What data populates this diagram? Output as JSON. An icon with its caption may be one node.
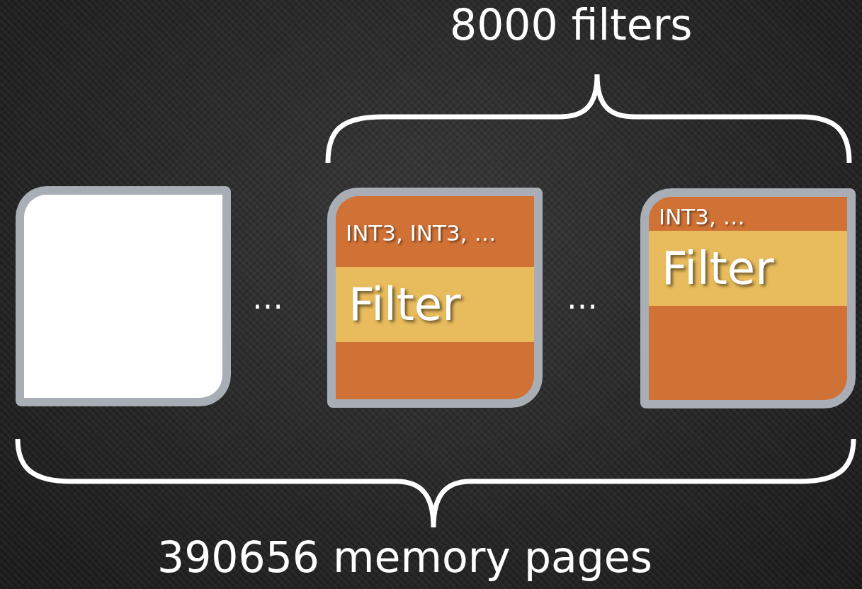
{
  "diagram": {
    "nodes": [
      {
        "text": [],
        "shape": "box"
      },
      {
        "text": [
          "INT3, INT3, …",
          "Filter"
        ]
      },
      {
        "text": [
          "INT3, …",
          "Filter"
        ]
      }
    ],
    "labels": [
      "8000 filters",
      "…",
      "…",
      "390656 memory pages"
    ]
  }
}
